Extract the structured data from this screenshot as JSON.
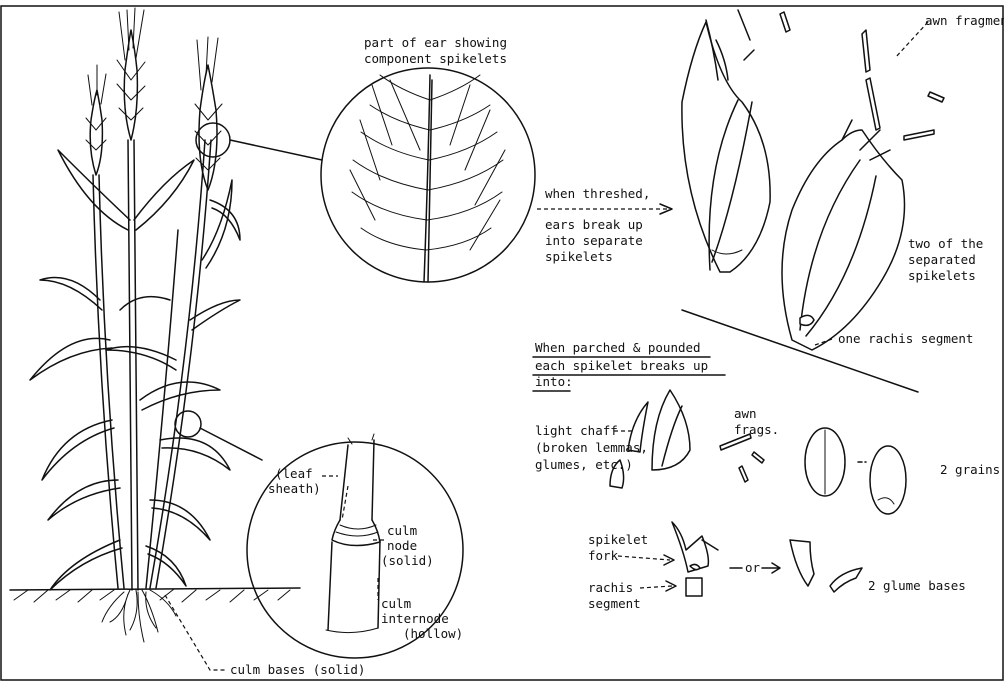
{
  "labels": {
    "ear_title_1": "part of ear showing",
    "ear_title_2": "component spikelets",
    "threshed_1": "when threshed,",
    "threshed_2": "ears break up",
    "threshed_3": "into separate",
    "threshed_4": "spikelets",
    "awn_fragments": "awn fragments",
    "two_sep_1": "two of the",
    "two_sep_2": "separated",
    "two_sep_3": "spikelets",
    "rachis_segment_top": "one rachis segment",
    "parched_1": "When parched & pounded",
    "parched_2": "each spikelet breaks up",
    "parched_3": "into:",
    "light_chaff_1": "light chaff",
    "light_chaff_2": "(broken lemmas,",
    "light_chaff_3": "glumes, etc.)",
    "awn_frags_1": "awn",
    "awn_frags_2": "frags.",
    "two_grains": "2 grains",
    "spikelet_fork_1": "spikelet",
    "spikelet_fork_2": "fork",
    "rachis_seg_1": "rachis",
    "rachis_seg_2": "segment",
    "or": "or",
    "two_glume_bases": "2 glume bases",
    "leaf_sheath_1": "(leaf",
    "leaf_sheath_2": "sheath)",
    "culm_node_1": "culm",
    "culm_node_2": "node",
    "culm_node_3": "(solid)",
    "culm_internode_1": "culm",
    "culm_internode_2": "internode",
    "culm_internode_3": "(hollow)",
    "culm_bases": "culm bases (solid)"
  }
}
